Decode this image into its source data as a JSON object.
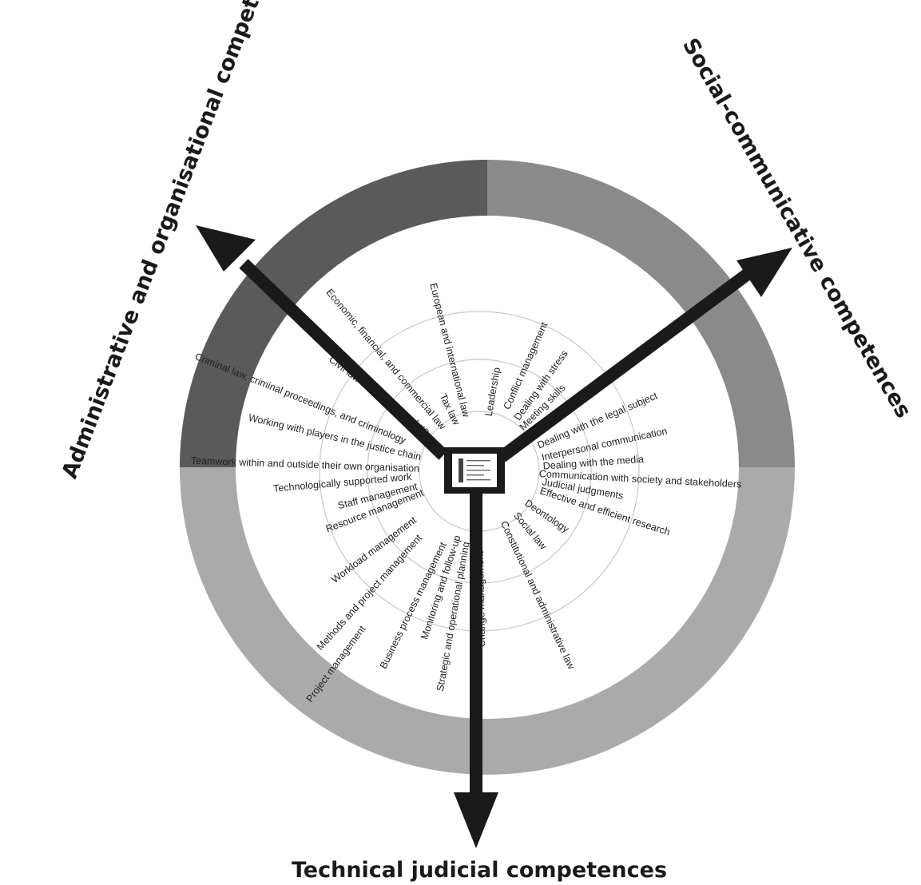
{
  "axes": {
    "admin": "Administrative and organisational competences",
    "social": "Social-communicative competences",
    "technical": "Technical judicial competences"
  },
  "spokes": [
    {
      "text": "Project management",
      "angle": -53.5,
      "r0": 243,
      "r1": 410,
      "side": "left"
    },
    {
      "text": "Methods and project management",
      "angle": -48,
      "r0": 110,
      "r1": 300,
      "side": "left"
    },
    {
      "text": "Workload management",
      "angle": -37,
      "r0": 100,
      "r1": 250,
      "side": "left"
    },
    {
      "text": "Business process management",
      "angle": -64,
      "r0": 100,
      "r1": 275,
      "side": "left"
    },
    {
      "text": "Monitoring and follow-up",
      "angle": -72,
      "r0": 85,
      "r1": 235,
      "side": "left"
    },
    {
      "text": "Strategic and operational planning",
      "angle": -80,
      "r0": 90,
      "r1": 295,
      "side": "left"
    },
    {
      "text": "Change management",
      "angle": -91,
      "r0": 100,
      "r1": 230,
      "side": "left"
    },
    {
      "text": "Resource management",
      "angle": -21,
      "r0": 75,
      "r1": 220,
      "side": "left"
    },
    {
      "text": "Staff management",
      "angle": -14,
      "r0": 80,
      "r1": 190,
      "side": "left"
    },
    {
      "text": "Technologically supported work",
      "angle": -5,
      "r0": 85,
      "r1": 285,
      "side": "left"
    },
    {
      "text": "Teamwork within and outside their own organisation",
      "angle": 2,
      "r0": 75,
      "r1": 430,
      "side": "left"
    },
    {
      "text": "Working with players in the justice chain",
      "angle": 13,
      "r0": 75,
      "r1": 340,
      "side": "left"
    },
    {
      "text": "Criminal law, criminal proceedings, and criminology",
      "angle": 22,
      "r0": 100,
      "r1": 415,
      "side": "left"
    },
    {
      "text": "Civil law and civil procedure",
      "angle": 37,
      "r0": 80,
      "r1": 275,
      "side": "left"
    },
    {
      "text": "Economic, financial, and commercial law",
      "angle": 50,
      "r0": 70,
      "r1": 335,
      "side": "left"
    },
    {
      "text": "Tax law",
      "angle": 64,
      "r0": 65,
      "r1": 145,
      "side": "left"
    },
    {
      "text": "European and international law",
      "angle": 76,
      "r0": 70,
      "r1": 300,
      "side": "left"
    },
    {
      "text": "Leadership",
      "angle": -80,
      "r0": 70,
      "r1": 155,
      "side": "right"
    },
    {
      "text": "Conflict management",
      "angle": -66,
      "r0": 85,
      "r1": 205,
      "side": "right"
    },
    {
      "text": "Dealing with stress",
      "angle": -54,
      "r0": 80,
      "r1": 190,
      "side": "right"
    },
    {
      "text": "Meeting skills",
      "angle": -45,
      "r0": 75,
      "r1": 165,
      "side": "right"
    },
    {
      "text": "Dealing with the legal subject",
      "angle": -23,
      "r0": 80,
      "r1": 270,
      "side": "right"
    },
    {
      "text": "Interpersonal communication",
      "angle": -12,
      "r0": 80,
      "r1": 280,
      "side": "right"
    },
    {
      "text": "Dealing with the media",
      "angle": -4,
      "r0": 80,
      "r1": 235,
      "side": "right"
    },
    {
      "text": "Communication with society and stakeholders",
      "angle": 3,
      "r0": 75,
      "r1": 380,
      "side": "right"
    },
    {
      "text": "Judicial judgments",
      "angle": 10,
      "r0": 80,
      "r1": 200,
      "side": "right"
    },
    {
      "text": "Effective and efficient research",
      "angle": 18,
      "r0": 80,
      "r1": 275,
      "side": "right"
    },
    {
      "text": "Deontology",
      "angle": 34,
      "r0": 70,
      "r1": 155,
      "side": "right"
    },
    {
      "text": "Social law",
      "angle": 50,
      "r0": 70,
      "r1": 145,
      "side": "right"
    },
    {
      "text": "Constitutional and administrative law",
      "angle": 65,
      "r0": 70,
      "r1": 330,
      "side": "right"
    }
  ],
  "center_box_lines": [
    "",
    "",
    "",
    "",
    ""
  ],
  "colors": {
    "admin_sector": "#5a5a5a",
    "social_sector": "#8a8a8a",
    "technical_sector": "#aaaaaa",
    "arrow": "#1a1a1a",
    "rings": "#c8c8c8",
    "text": "#222222"
  }
}
